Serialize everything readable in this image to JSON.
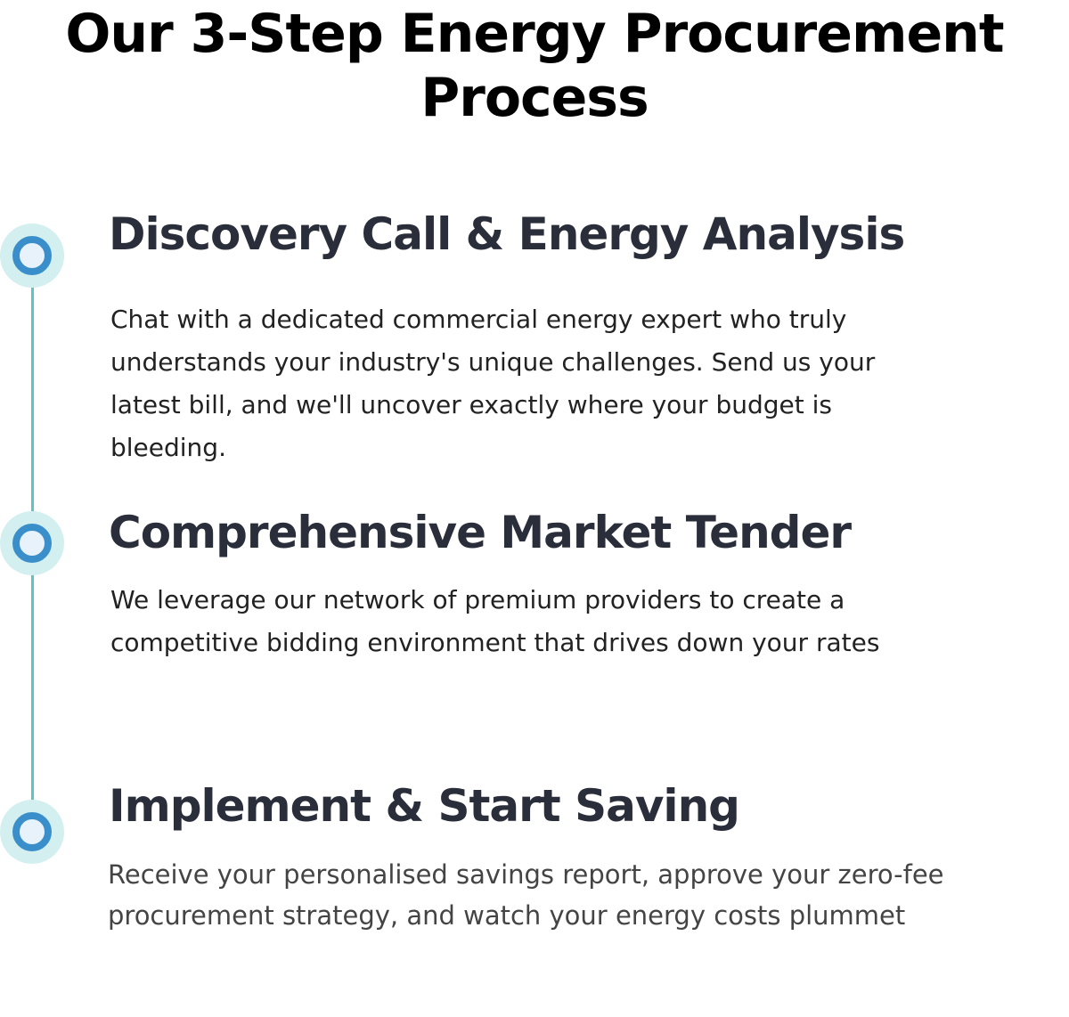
{
  "title": "Our 3-Step Energy Procurement Process",
  "steps": [
    {
      "heading": "Discovery Call & Energy Analysis",
      "body": "Chat with a dedicated commercial energy expert who truly understands your industry's unique challenges. Send us your latest bill, and we'll uncover exactly where your budget is bleeding."
    },
    {
      "heading": "Comprehensive Market Tender",
      "body": "We leverage our network of premium providers to create a competitive bidding environment that drives down your rates"
    },
    {
      "heading": "Implement & Start Saving",
      "body": "Receive your personalised savings report, approve your zero-fee procurement strategy, and watch your energy costs plummet"
    }
  ]
}
